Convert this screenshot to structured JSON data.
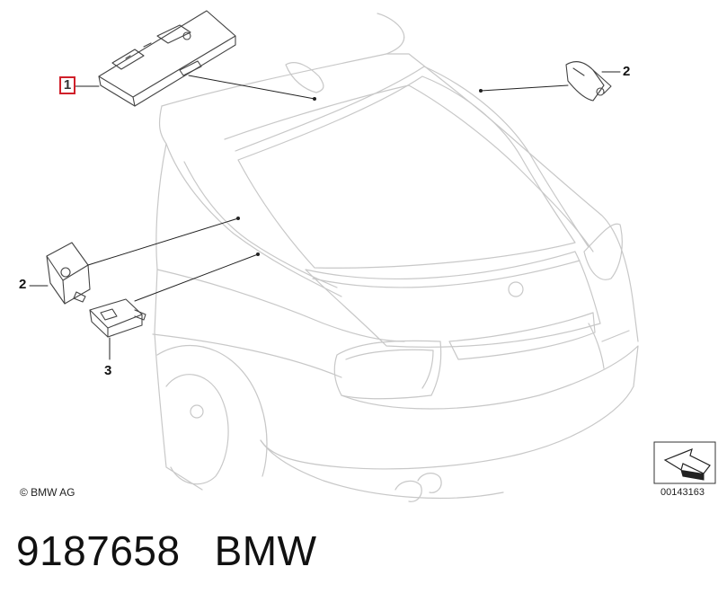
{
  "diagram": {
    "callouts": [
      {
        "id": "1",
        "label": "1"
      },
      {
        "id": "2a",
        "label": "2"
      },
      {
        "id": "2b",
        "label": "2"
      },
      {
        "id": "3",
        "label": "3"
      }
    ],
    "copyright": "© BMW AG",
    "reference_number": "00143163",
    "accent_color": "#d0202a",
    "line_color": "#c8c8c8"
  },
  "footer": {
    "part_number": "9187658",
    "brand": "BMW"
  }
}
